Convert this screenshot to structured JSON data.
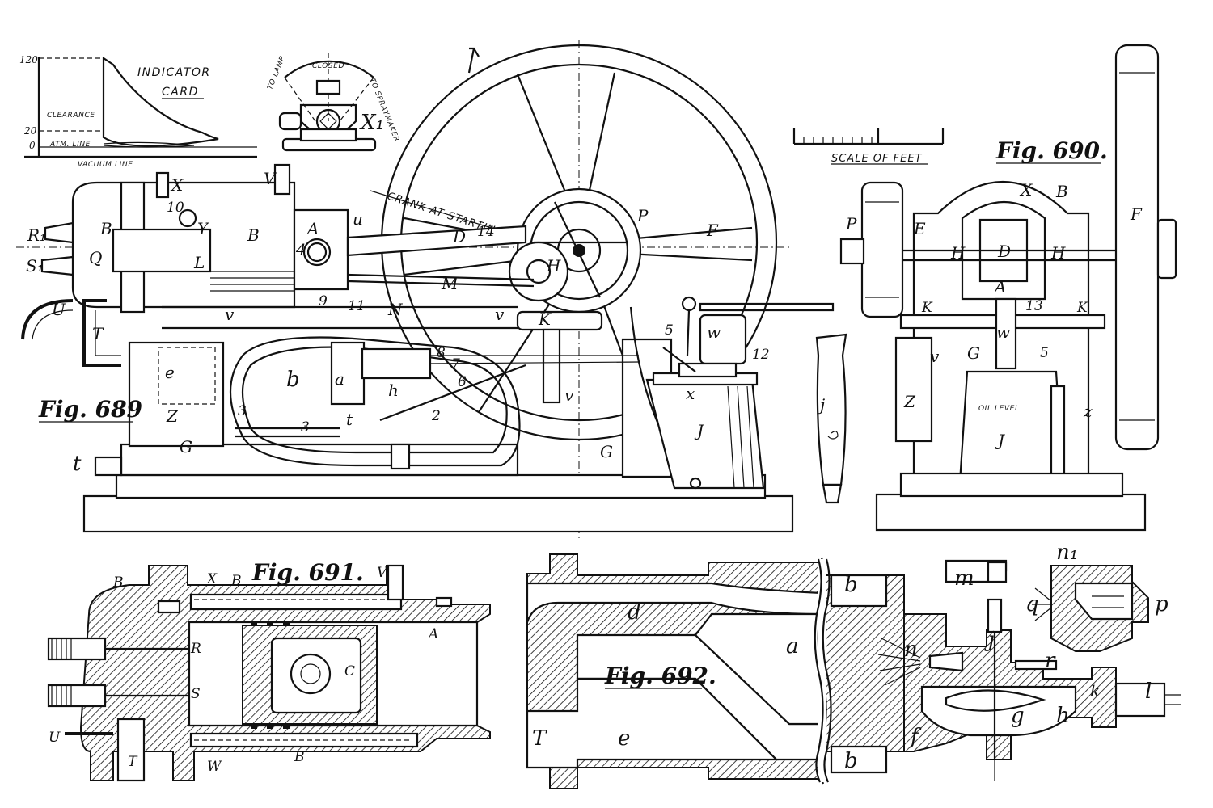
{
  "figures": {
    "fig689": "Fig. 689",
    "fig690": "Fig. 690.",
    "fig691": "Fig. 691.",
    "fig692": "Fig. 692."
  },
  "indicator_card": {
    "title_line1": "INDICATOR",
    "title_line2": "CARD",
    "y120": "120",
    "y20": "20",
    "y0": "0",
    "clearance": "CLEARANCE",
    "atm_line": "ATM. LINE",
    "vacuum_line": "VACUUM LINE"
  },
  "valve": {
    "closed": "CLOSED",
    "to_lamp": "TO LAMP",
    "to_spraymaker": "TO SPRAYMAKER",
    "label": "X₁"
  },
  "scale": {
    "label": "SCALE OF FEET"
  },
  "crank_label": "CRANK AT STARTING",
  "fig689_labels": {
    "X": "X",
    "V": "V",
    "B1": "B",
    "B2": "B",
    "R": "R₁",
    "S": "S₁",
    "Q": "Q",
    "U": "U",
    "T": "T",
    "L": "L",
    "A": "A",
    "Y": "Y",
    "n10": "10",
    "n4": "4",
    "u": "u",
    "n14": "14",
    "D": "D",
    "P": "P",
    "F": "F",
    "H": "H",
    "M": "M",
    "N": "N",
    "n9": "9",
    "n11": "11",
    "v1": "v",
    "v2": "v",
    "v3": "v",
    "K": "K",
    "w": "w",
    "n5": "5",
    "n12": "12",
    "x": "x",
    "e": "e",
    "b": "b",
    "a": "a",
    "h": "h",
    "n8": "8",
    "n7": "7",
    "n6": "6",
    "n2": "2",
    "n3a": "3",
    "n3b": "3",
    "Z": "Z",
    "G1": "G",
    "G2": "G",
    "t1": "t",
    "t2": "t",
    "J": "J",
    "j": "j"
  },
  "fig690_labels": {
    "X": "X",
    "B": "B",
    "P": "P",
    "E": "E",
    "H1": "H",
    "H2": "H",
    "D": "D",
    "A": "A",
    "F": "F",
    "K1": "K",
    "K2": "K",
    "n13": "13",
    "w": "w",
    "G": "G",
    "n5": "5",
    "v": "v",
    "Z": "Z",
    "z": "z",
    "J": "J",
    "oil_level": "OIL LEVEL"
  },
  "fig691_labels": {
    "B1": "B",
    "X": "X",
    "B2": "B",
    "V": "V",
    "A": "A",
    "R": "R",
    "S": "S",
    "C": "C",
    "U": "U",
    "T": "T",
    "W": "W",
    "B3": "B"
  },
  "fig692_labels": {
    "d": "d",
    "a": "a",
    "b1": "b",
    "b2": "b",
    "T": "T",
    "e": "e",
    "m": "m",
    "n1": "n₁",
    "q": "q",
    "p": "p",
    "n": "n",
    "j": "j",
    "r": "r",
    "f": "f",
    "g": "g",
    "h": "h",
    "k": "k",
    "l": "l"
  }
}
